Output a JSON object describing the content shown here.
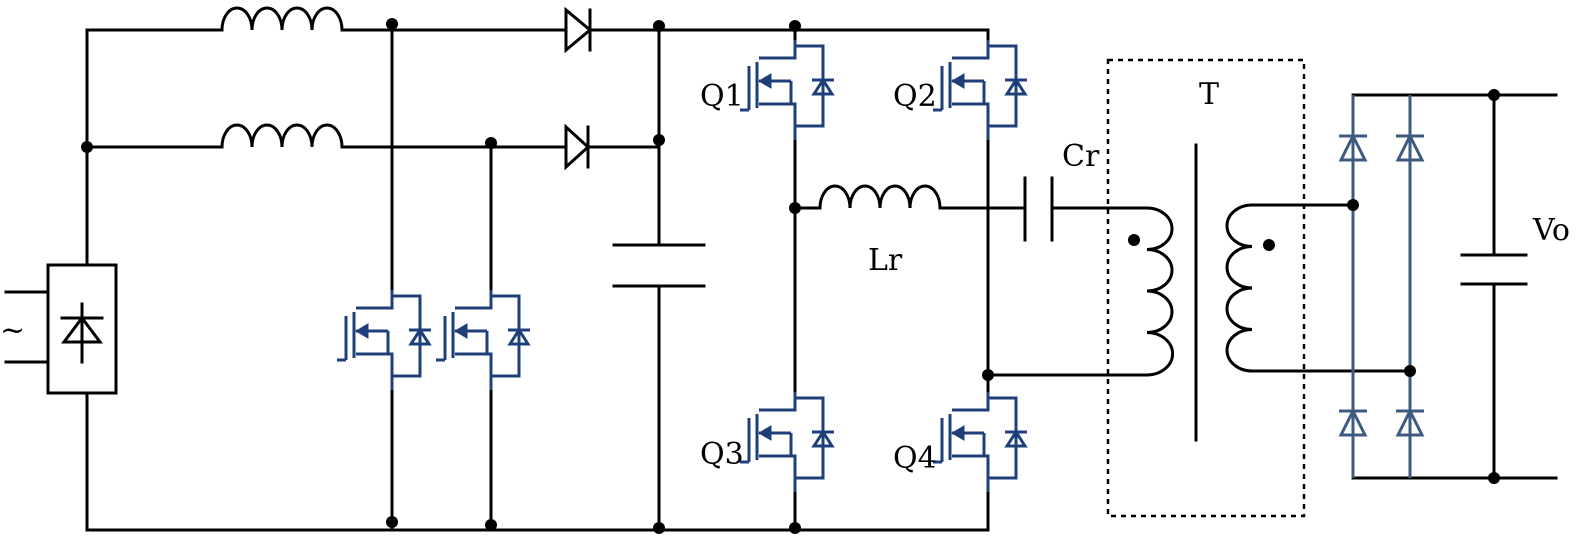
{
  "labels": {
    "q1": "Q1",
    "q2": "Q2",
    "q3": "Q3",
    "q4": "Q4",
    "cr": "Cr",
    "lr": "Lr",
    "t": "T",
    "vo": "Vo",
    "ac": "~"
  },
  "colors": {
    "wire": "#000000",
    "mosfet": "#1f3f7a",
    "rectifier_diode": "#3d5a80"
  }
}
